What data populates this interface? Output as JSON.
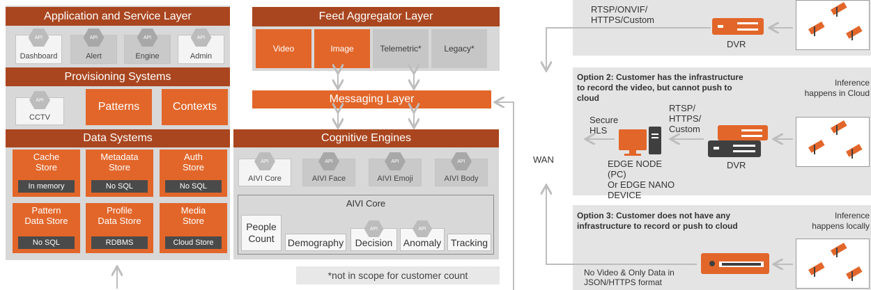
{
  "left": {
    "app_layer": {
      "title": "Application and Service Layer",
      "apis": [
        {
          "label": "Dashboard"
        },
        {
          "label": "Alert"
        },
        {
          "label": "Engine"
        },
        {
          "label": "Admin"
        }
      ]
    },
    "api_badge": "API",
    "provisioning": {
      "title": "Provisioning Systems",
      "cctv": "CCTV",
      "patterns": "Patterns",
      "contexts": "Contexts"
    },
    "data_systems": {
      "title": "Data Systems",
      "stores": [
        {
          "name": "Cache\nStore",
          "tag": "In memory"
        },
        {
          "name": "Metadata\nStore",
          "tag": "No SQL"
        },
        {
          "name": "Auth\nStore",
          "tag": "No SQL"
        },
        {
          "name": "Pattern\nData Store",
          "tag": "No SQL"
        },
        {
          "name": "Profile\nData Store",
          "tag": "RDBMS"
        },
        {
          "name": "Media\nStore",
          "tag": "Cloud Store"
        }
      ]
    }
  },
  "middle": {
    "feed": {
      "title": "Feed Aggregator Layer",
      "items": [
        "Video",
        "Image",
        "Telemetric*",
        "Legacy*"
      ]
    },
    "messaging": "Messaging Layer",
    "cognitive": {
      "title": "Cognitive Engines",
      "apis": [
        {
          "label": "AIVI Core"
        },
        {
          "label": "AIVI Face"
        },
        {
          "label": "AIVI Emoji"
        },
        {
          "label": "AIVI Body"
        }
      ],
      "core_title": "AIVI Core",
      "core_items": [
        "People\nCount",
        "Demography",
        "Decision",
        "Anomaly",
        "Tracking"
      ]
    },
    "note": "*not in scope for customer count"
  },
  "right": {
    "wan": "WAN",
    "opt1": {
      "protocol": "RTSP/ONVIF/\nHTTPS/Custom",
      "dvr": "DVR"
    },
    "opt2": {
      "title": "Option 2: Customer has the infrastructure\nto record the video, but cannot push to\ncloud",
      "inference": "Inference\nhappens in Cloud",
      "secure": "Secure\nHLS",
      "protocol": "RTSP/\nHTTPS/\nCustom",
      "edge": "EDGE NODE\n(PC)\nOr EDGE NANO\nDEVICE",
      "dvr": "DVR"
    },
    "opt3": {
      "title": "Option 3: Customer does not have any\ninfrastructure to record or push to cloud",
      "inference": "Inference\nhappens locally",
      "bottom": "No Video & Only Data in\nJSON/HTTPS format"
    }
  },
  "colors": {
    "accent": "#e2662a",
    "dark_accent": "#a9461f",
    "panel": "#d8d8d8"
  }
}
